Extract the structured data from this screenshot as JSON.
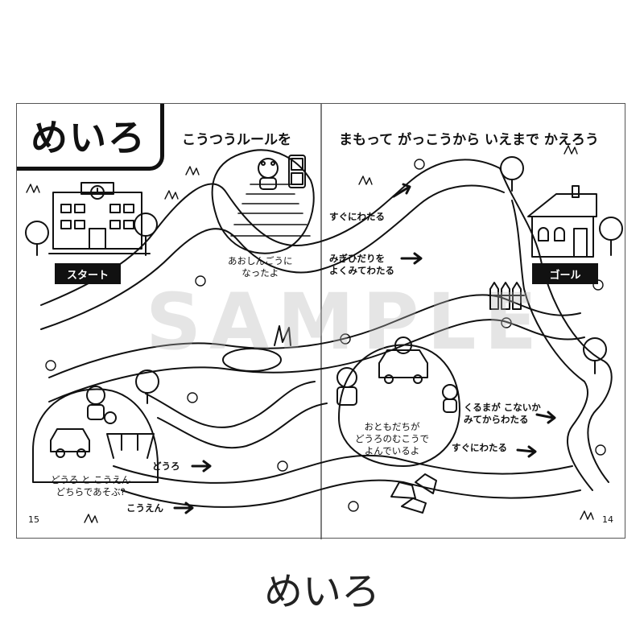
{
  "page": {
    "title": "めいろ",
    "instruction_left": "こうつうルールを",
    "instruction_right": "まもって がっこうから いえまで かえろう",
    "start_label": "スタート",
    "goal_label": "ゴール",
    "watermark": "SAMPLE",
    "caption": "めいろ",
    "page_left": "15",
    "page_right": "14"
  },
  "notes": {
    "signal": "あおしんごうに\nなったよ",
    "crossing_fast": "すぐにわたる",
    "look_right_left": "みぎひだりを\nよくみてわたる",
    "road_or_park_question": "どうろ と こうえん\nどちらであそぶ?",
    "road": "どうろ",
    "park": "こうえん",
    "friend_waiting": "おともだちが\nどうろのむこうで\nよんでいるよ",
    "wait_for_car": "くるまが こないか\nみてからわたる",
    "cross_immediately": "すぐにわたる"
  },
  "colors": {
    "ink": "#111111",
    "frame": "#555555",
    "label_bg": "#111111",
    "label_text": "#ffffff",
    "watermark": "#b4b4b4"
  }
}
